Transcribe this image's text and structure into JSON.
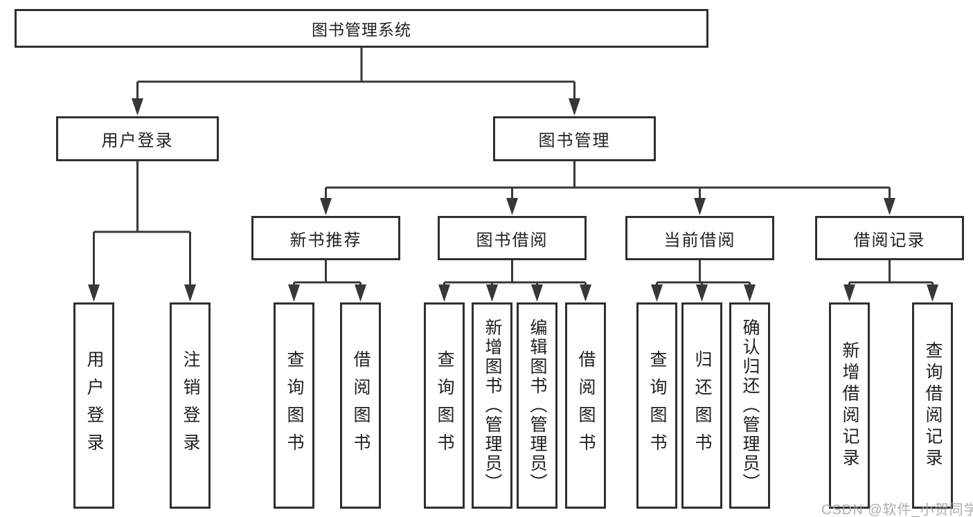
{
  "diagram": {
    "root": {
      "label": "图书管理系统"
    },
    "level2": [
      {
        "label": "用户登录"
      },
      {
        "label": "图书管理"
      }
    ],
    "level3": [
      {
        "label": "新书推荐"
      },
      {
        "label": "图书借阅"
      },
      {
        "label": "当前借阅"
      },
      {
        "label": "借阅记录"
      }
    ],
    "leaves": [
      {
        "label": "用户登录"
      },
      {
        "label": "注销登录"
      },
      {
        "label": "查询图书"
      },
      {
        "label": "借阅图书"
      },
      {
        "label": "查询图书"
      },
      {
        "label": "新增图书（管理员）"
      },
      {
        "label": "编辑图书（管理员）"
      },
      {
        "label": "借阅图书"
      },
      {
        "label": "查询图书"
      },
      {
        "label": "归还图书"
      },
      {
        "label": "确认归还（管理员）"
      },
      {
        "label": "新增借阅记录"
      },
      {
        "label": "查询借阅记录"
      }
    ]
  },
  "watermark": {
    "text": "CSDN @软件_小贺同学"
  },
  "colors": {
    "background": "#ffffff",
    "box_border": "#2f2f2f",
    "box_fill": "#ffffff",
    "line": "#373737",
    "text": "#1f1f1f",
    "watermark": "#a4a4a4"
  }
}
